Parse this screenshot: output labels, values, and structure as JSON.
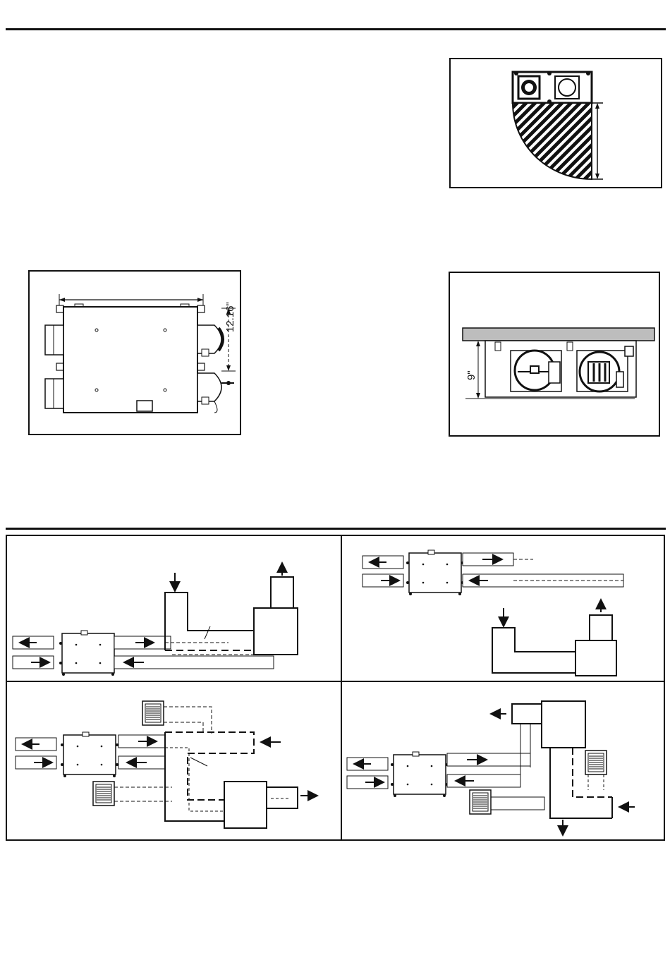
{
  "page": {
    "section_count": 2
  },
  "figures": {
    "clearance": {
      "icon": "clearance-diagram"
    },
    "top_view": {
      "dimension_label": "12.16\""
    },
    "side_view": {
      "dimension_label": "9\""
    },
    "install_options": {
      "count": 4
    }
  },
  "colors": {
    "ink": "#111111",
    "ceiling": "#bdbdbd"
  }
}
